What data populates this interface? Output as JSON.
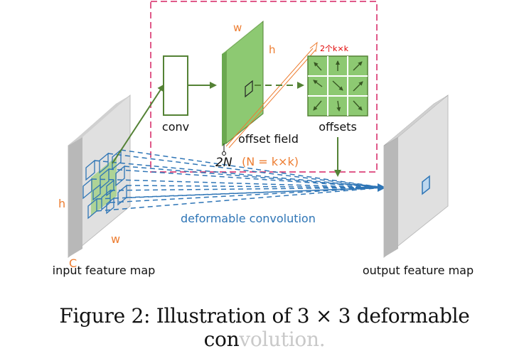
{
  "diagram": {
    "conv_label": "conv",
    "dim_w_top": "w",
    "dim_h_top": "h",
    "count_label": "2个k×k",
    "offset_field_label": "offset field",
    "two_n_label": "2N",
    "n_eq_label": "(N = k×k)",
    "offsets_label": "offsets",
    "dim_h_left": "h",
    "dim_w_left": "w",
    "dim_c_left": "C",
    "deformable_label": "deformable convolution",
    "input_label": "input feature map",
    "output_label": "output feature map"
  },
  "caption": {
    "prefix": "Figure 2: Illustration of 3",
    "times": "×",
    "suffix": "3 deformable con",
    "tail": "volution."
  },
  "colors": {
    "green": "#8dc972",
    "dark_green": "#548235",
    "blue": "#2e75b6",
    "orange": "#ed7d31",
    "pink_dash": "#e05a8a",
    "red": "#e00000"
  }
}
